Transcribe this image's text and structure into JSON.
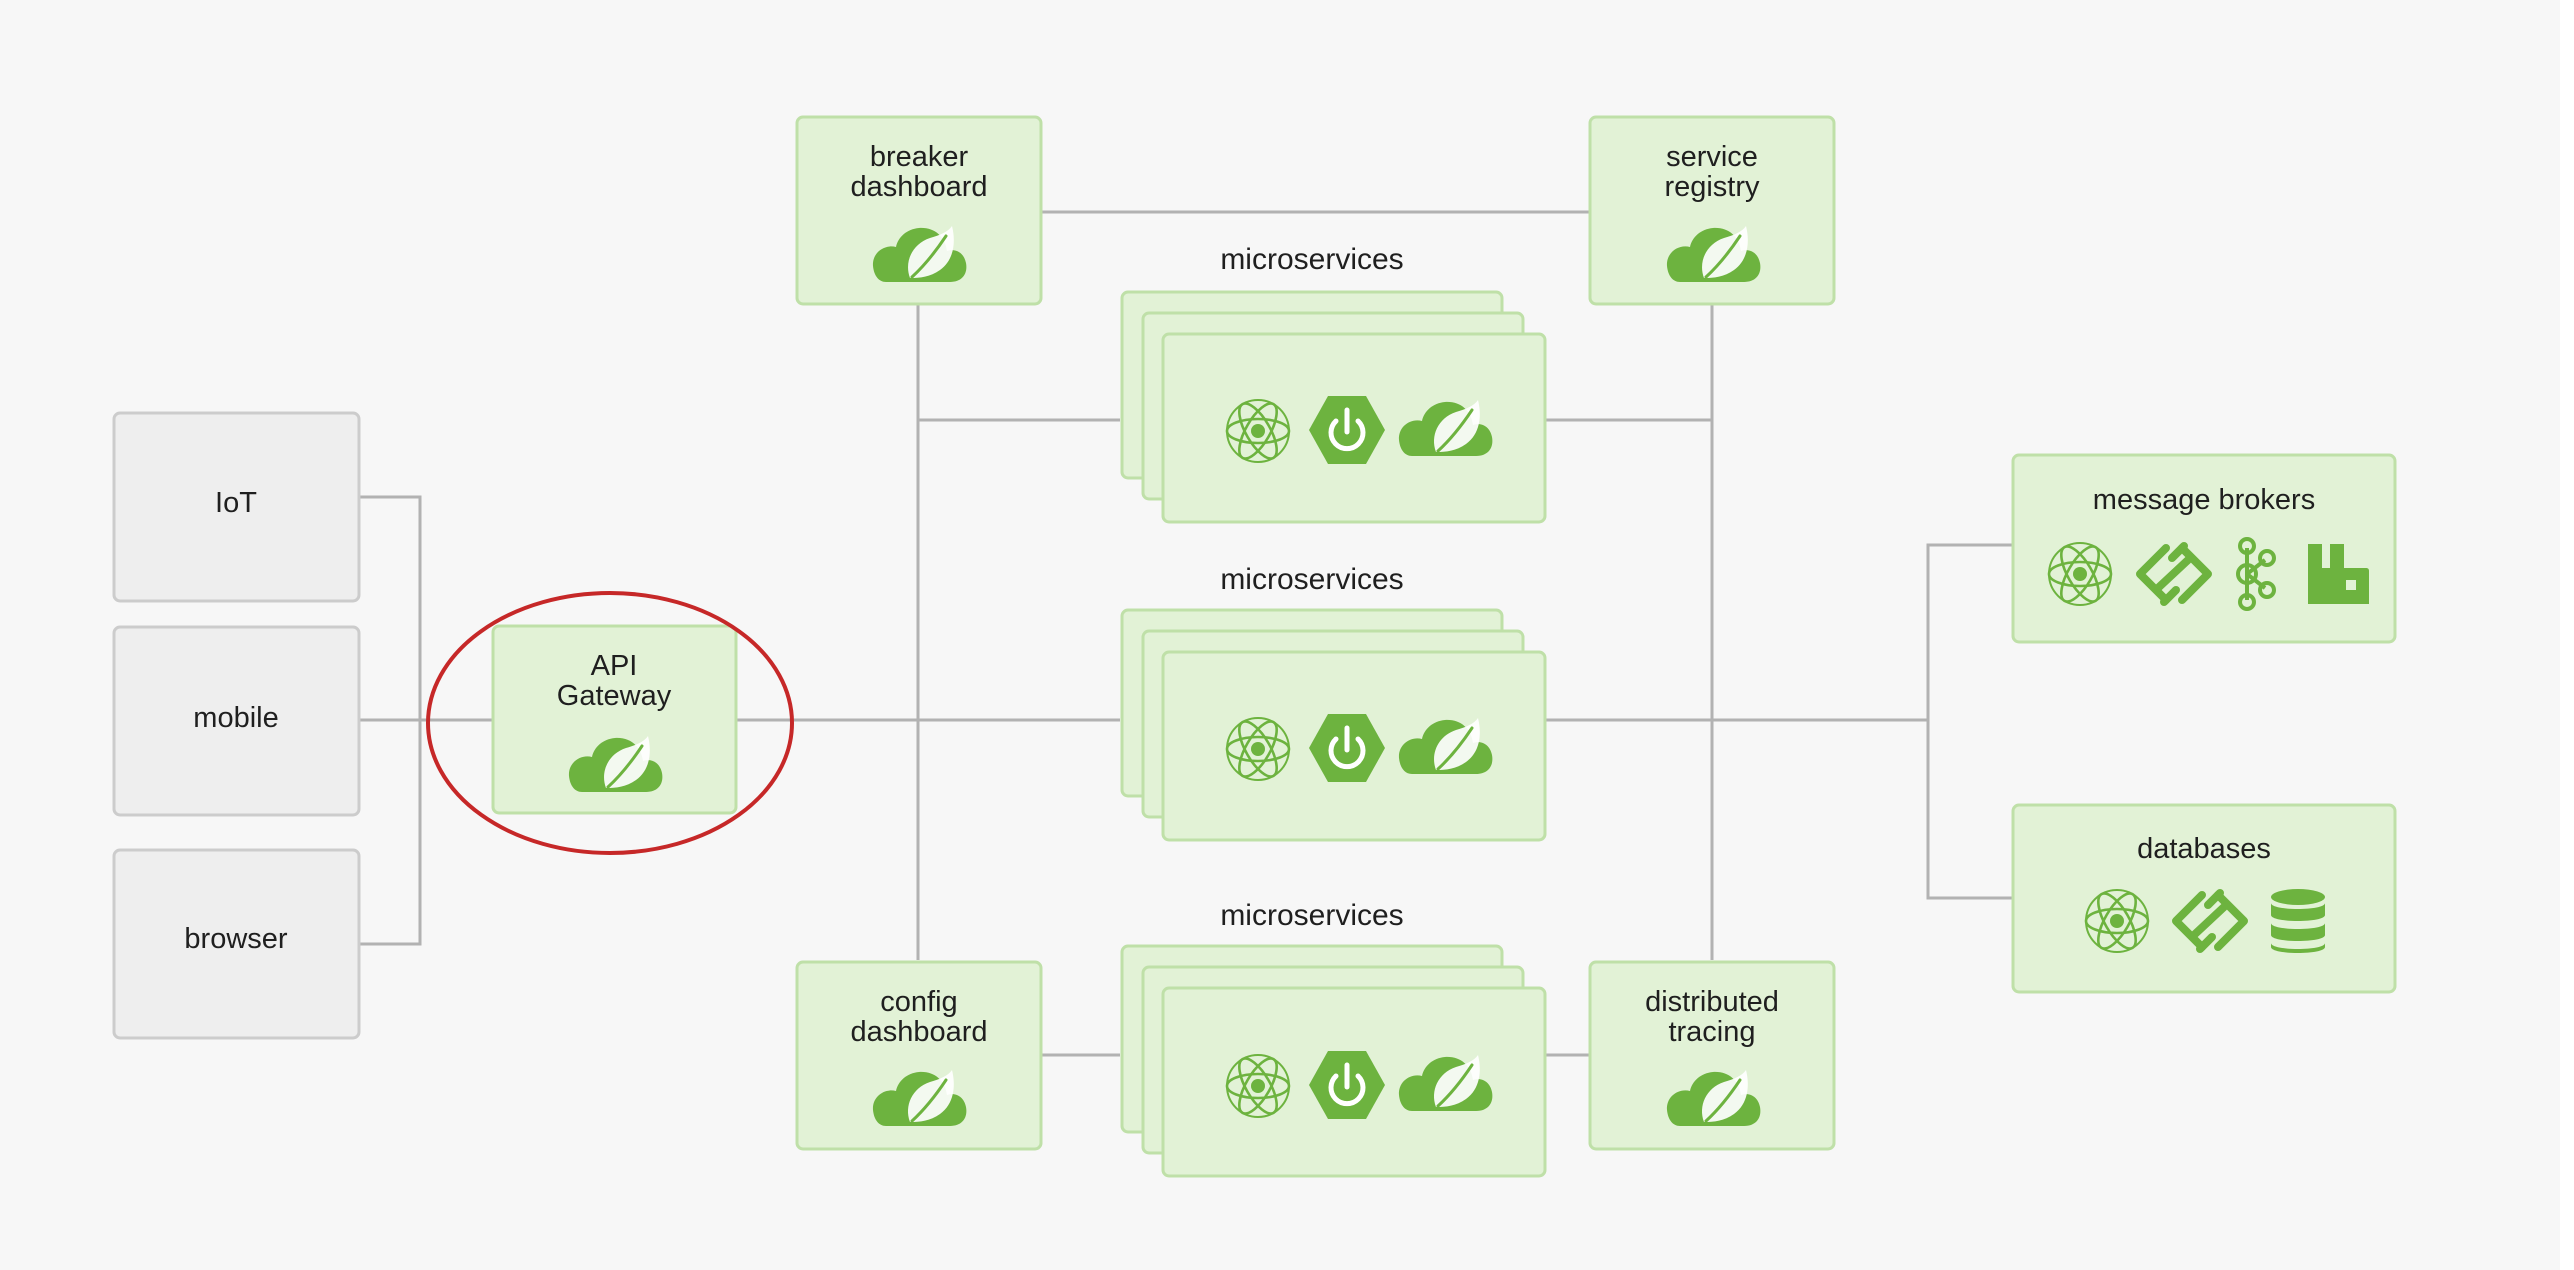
{
  "colors": {
    "background": "#f7f7f7",
    "client_fill": "#eeeeee",
    "client_stroke": "#cccccc",
    "service_fill": "#e2f2d6",
    "service_stroke": "#bfe0a8",
    "icon_green": "#6db33f",
    "line": "#b2b2b2",
    "highlight_circle": "#c62828",
    "text": "#1f1f1f"
  },
  "clients": [
    {
      "label": "IoT"
    },
    {
      "label": "mobile"
    },
    {
      "label": "browser"
    }
  ],
  "gateway": {
    "lines": [
      "API",
      "Gateway"
    ],
    "icon": "spring-cloud-icon",
    "highlighted": true
  },
  "infrastructure": {
    "breaker_dashboard": {
      "lines": [
        "breaker",
        "dashboard"
      ],
      "icon": "spring-cloud-icon"
    },
    "service_registry": {
      "lines": [
        "service",
        "registry"
      ],
      "icon": "spring-cloud-icon"
    },
    "config_dashboard": {
      "lines": [
        "config",
        "dashboard"
      ],
      "icon": "spring-cloud-icon"
    },
    "distributed_tracing": {
      "lines": [
        "distributed",
        "tracing"
      ],
      "icon": "spring-cloud-icon"
    }
  },
  "microservice_groups": [
    {
      "label": "microservices",
      "icons": [
        "spring-atom-icon",
        "spring-boot-power-icon",
        "spring-cloud-icon"
      ]
    },
    {
      "label": "microservices",
      "icons": [
        "spring-atom-icon",
        "spring-boot-power-icon",
        "spring-cloud-icon"
      ]
    },
    {
      "label": "microservices",
      "icons": [
        "spring-atom-icon",
        "spring-boot-power-icon",
        "spring-cloud-icon"
      ]
    }
  ],
  "backends": {
    "message_brokers": {
      "label": "message brokers",
      "icons": [
        "spring-atom-icon",
        "spring-integration-icon",
        "kafka-icon",
        "rabbitmq-icon"
      ]
    },
    "databases": {
      "label": "databases",
      "icons": [
        "spring-atom-icon",
        "spring-integration-icon",
        "database-icon"
      ]
    }
  }
}
